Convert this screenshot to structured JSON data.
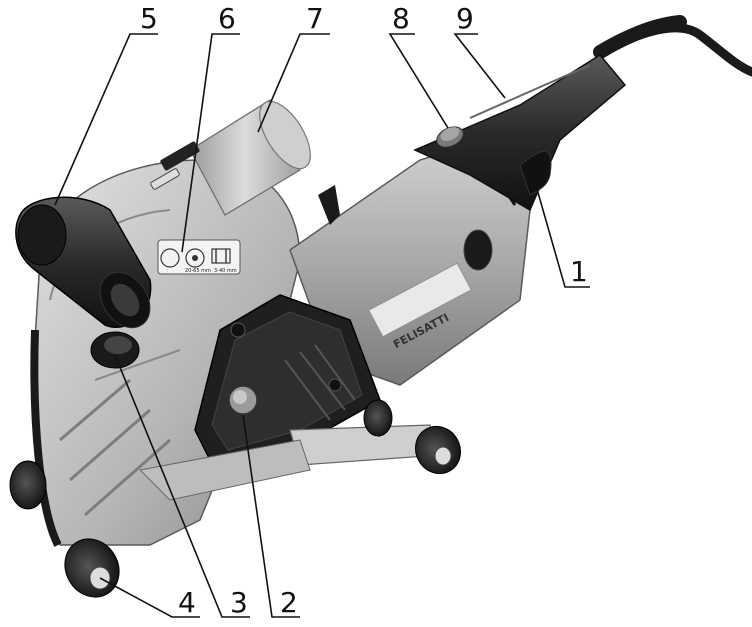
{
  "product": {
    "brand": "FELISATTI",
    "icon_depth": "20-65 mm",
    "icon_width": "3-40 mm"
  },
  "callouts": [
    {
      "id": "1",
      "label": "1"
    },
    {
      "id": "2",
      "label": "2"
    },
    {
      "id": "3",
      "label": "3"
    },
    {
      "id": "4",
      "label": "4"
    },
    {
      "id": "5",
      "label": "5"
    },
    {
      "id": "6",
      "label": "6"
    },
    {
      "id": "7",
      "label": "7"
    },
    {
      "id": "8",
      "label": "8"
    },
    {
      "id": "9",
      "label": "9"
    }
  ],
  "colors": {
    "body_grey": "#a9a9a9",
    "dark_grey": "#6e6e6e",
    "black_part": "#1e1e1e",
    "light_grey": "#d2d2d2"
  }
}
